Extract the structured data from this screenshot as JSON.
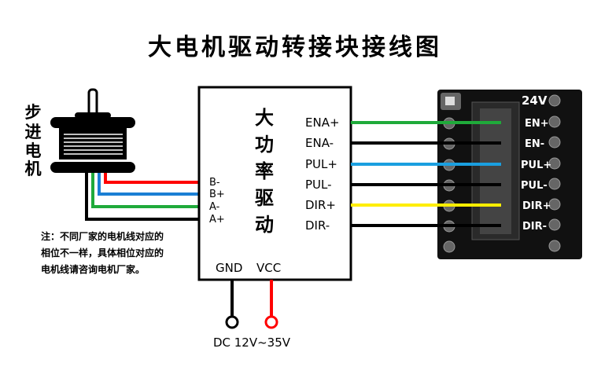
{
  "title": "大电机驱动转接块接线图",
  "motor_label": [
    "步",
    "进",
    "电",
    "机"
  ],
  "driver_label": [
    "大",
    "功",
    "率",
    "驱",
    "动"
  ],
  "motor_terminals": [
    "B-",
    "B+",
    "A-",
    "A+"
  ],
  "driver_outputs": [
    "ENA+",
    "ENA-",
    "PUL+",
    "PUL-",
    "DIR+",
    "DIR-"
  ],
  "power_terminals": {
    "gnd": "GND",
    "vcc": "VCC"
  },
  "power_note": "DC 12V~35V",
  "note_lines": [
    "注：不同厂家的电机线对应的",
    "相位不一样，具体相位对应的",
    "电机线请咨询电机厂家。"
  ],
  "module": {
    "voltage": "24V",
    "pins": [
      "EN+",
      "EN-",
      "PUL+",
      "PUL-",
      "DIR+",
      "DIR-"
    ]
  },
  "colors": {
    "red": "#ff0000",
    "blue": "#1a7fd4",
    "green": "#1faa3a",
    "yellow": "#ffee00",
    "black": "#000000"
  }
}
